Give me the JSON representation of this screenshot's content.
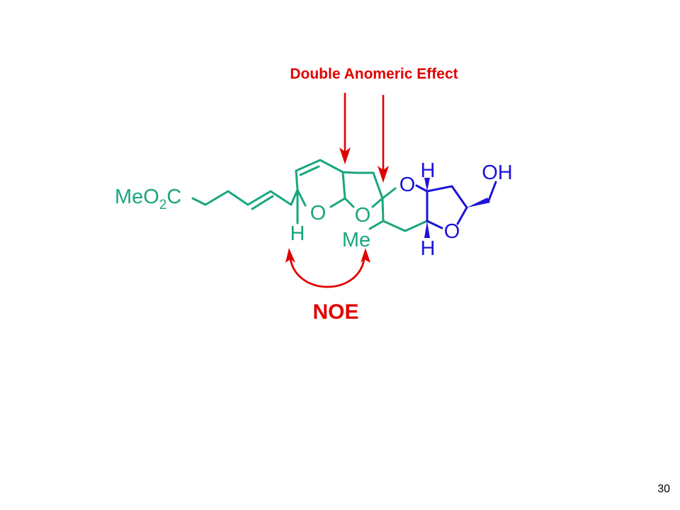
{
  "slide": {
    "annotation_top": "Double Anomeric Effect",
    "annotation_bottom": "NOE",
    "page_number": "30"
  },
  "molecule": {
    "ester": {
      "me_o": "MeO",
      "sub2": "2",
      "c": "C"
    },
    "ring_oxygen_1": "O",
    "ring_oxygen_2": "O",
    "ring_oxygen_3": "O",
    "ring_oxygen_4": "O",
    "h_left": "H",
    "methyl": "Me",
    "h_top": "H",
    "h_bottom": "H",
    "hydroxyl": "OH"
  },
  "colors": {
    "green": "#19a67e",
    "blue": "#1c14d6",
    "red": "#e00000",
    "black": "#000000"
  }
}
